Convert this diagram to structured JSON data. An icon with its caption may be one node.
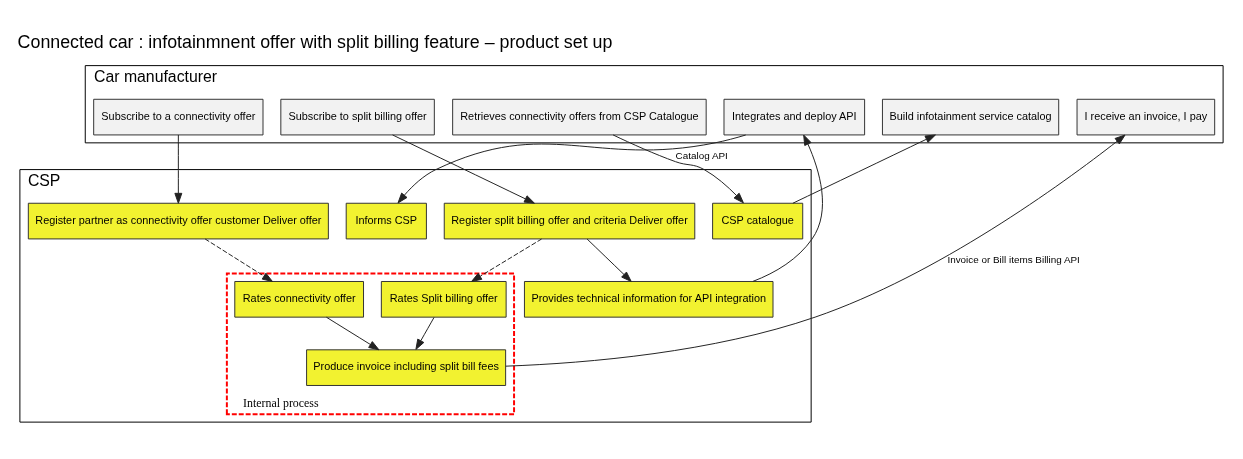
{
  "diagram": {
    "title": "Connected car : infotainmnent offer with split billing feature – product set up",
    "nodes": [
      {
        "text": [
          "Car manufacturer"
        ]
      },
      {
        "text": [
          "Subscribe to a connectivity offer"
        ],
        "in": 0
      },
      {
        "text": [
          "Subscribe to split billing offer"
        ],
        "in": 0
      },
      {
        "text": [
          "Integrates and deploy API"
        ],
        "in": 0
      },
      {
        "text": [
          "Retrieves connectivity offers from CSP Catalogue"
        ],
        "in": 0
      },
      {
        "text": [
          "Build infotainment service catalog"
        ],
        "in": 0
      },
      {
        "text": [
          "I receive an invoice, I pay"
        ],
        "in": 0
      },
      {
        "text": [
          "CSP"
        ]
      },
      {
        "text": [
          "Register partner as connectivity offer customer Deliver offer"
        ],
        "in": 7
      },
      {
        "text": [
          "Register split billing offer and criteria Deliver offer"
        ],
        "in": 7
      },
      {
        "text": [
          "Provides technical information for API integration"
        ],
        "in": 7
      },
      {
        "text": [
          "Informs CSP"
        ],
        "in": 7
      },
      {
        "text": [
          "CSP catalogue"
        ],
        "in": 7
      },
      {
        "text": [
          "Internal process"
        ],
        "in": 7
      },
      {
        "text": [
          "Rates Split billing offer"
        ],
        "in": 13
      },
      {
        "text": [
          "Rates connectivity offer"
        ],
        "in": 13
      },
      {
        "text": [
          "Produce invoice including split bill fees"
        ],
        "in": 13
      }
    ],
    "edges": [
      {
        "from": 1,
        "to": 8,
        "arrow": "to"
      },
      {
        "from": 2,
        "to": 9,
        "arrow": "to"
      },
      {
        "from": 9,
        "to": 10,
        "arrow": "to"
      },
      {
        "from": 10,
        "to": 3,
        "arrow": "to"
      },
      {
        "from": 3,
        "to": 11,
        "arrow": "to"
      },
      {
        "from": 4,
        "to": 12,
        "arrow": "to",
        "label": "Catalog API"
      },
      {
        "from": 12,
        "to": 5,
        "arrow": "to"
      },
      {
        "from": 9,
        "to": 14,
        "arrow": "to",
        "style": "dashed"
      },
      {
        "from": 8,
        "to": 15,
        "arrow": "to",
        "style": "dashed"
      },
      {
        "from": 14,
        "to": 16,
        "arrow": "to"
      },
      {
        "from": 15,
        "to": 16,
        "arrow": "to"
      },
      {
        "from": 16,
        "to": 6,
        "arrow": "to",
        "label": "Invoice or Bill items Billing API"
      }
    ]
  }
}
